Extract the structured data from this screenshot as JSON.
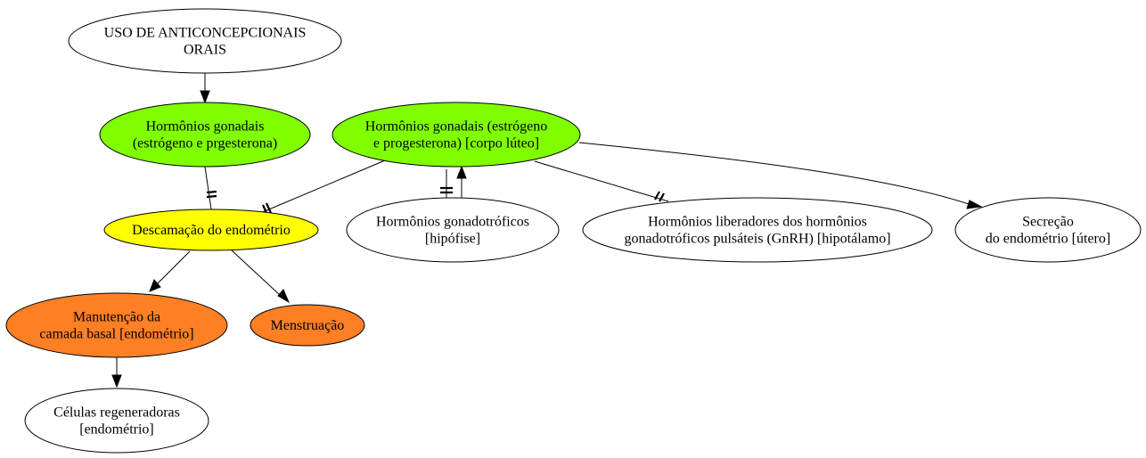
{
  "colors": {
    "white": "#ffffff",
    "green": "#80ff00",
    "yellow": "#ffff00",
    "orange": "#ff7f24",
    "stroke": "#000000"
  },
  "nodes": {
    "uso": {
      "lines": [
        "USO DE ANTICONCEPCIONAIS",
        "ORAIS"
      ],
      "fill": "white"
    },
    "horm_gonadais": {
      "lines": [
        "Hormônios gonadais",
        "(estrógeno e prgesterona)"
      ],
      "fill": "green"
    },
    "horm_gonadais_cl": {
      "lines": [
        "Hormônios gonadais (estrógeno",
        "e progesterona) [corpo lúteo]"
      ],
      "fill": "green"
    },
    "descamacao": {
      "lines": [
        "Descamação do endométrio"
      ],
      "fill": "yellow"
    },
    "gonadotroficos": {
      "lines": [
        "Hormônios gonadotróficos",
        "[hipófise]"
      ],
      "fill": "white"
    },
    "liberadores": {
      "lines": [
        "Hormônios liberadores dos hormônios",
        "gonadotróficos pulsáteis (GnRH) [hipotálamo]"
      ],
      "fill": "white"
    },
    "secrecao": {
      "lines": [
        "Secreção",
        "do endométrio [útero]"
      ],
      "fill": "white"
    },
    "manutencao": {
      "lines": [
        "Manutenção da",
        "camada basal [endométrio]"
      ],
      "fill": "orange"
    },
    "menstruacao": {
      "lines": [
        "Menstruação"
      ],
      "fill": "orange"
    },
    "celulas": {
      "lines": [
        "Células regeneradoras",
        "[endométrio]"
      ],
      "fill": "white"
    }
  },
  "edges": [
    {
      "from": "uso",
      "to": "horm_gonadais",
      "type": "arrow"
    },
    {
      "from": "horm_gonadais",
      "to": "descamacao",
      "type": "tee"
    },
    {
      "from": "horm_gonadais_cl",
      "to": "descamacao",
      "type": "tee"
    },
    {
      "from": "horm_gonadais_cl",
      "to": "gonadotroficos",
      "type": "tee"
    },
    {
      "from": "gonadotroficos",
      "to": "horm_gonadais_cl",
      "type": "arrow"
    },
    {
      "from": "horm_gonadais_cl",
      "to": "liberadores",
      "type": "tee"
    },
    {
      "from": "horm_gonadais_cl",
      "to": "secrecao",
      "type": "arrow"
    },
    {
      "from": "descamacao",
      "to": "manutencao",
      "type": "arrow"
    },
    {
      "from": "descamacao",
      "to": "menstruacao",
      "type": "arrow"
    },
    {
      "from": "manutencao",
      "to": "celulas",
      "type": "arrow"
    }
  ]
}
